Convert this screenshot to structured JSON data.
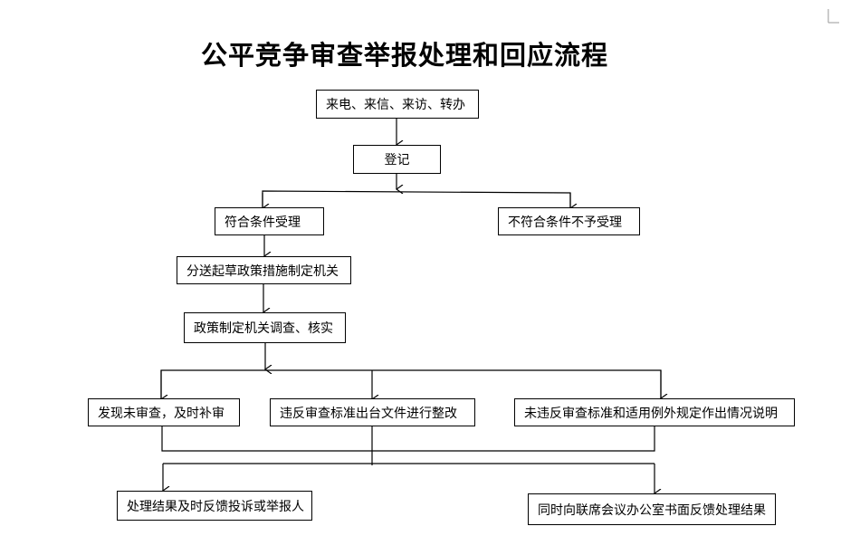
{
  "title": "公平竞争审查举报处理和回应流程",
  "nodes": {
    "source": "来电、来信、来访、转办",
    "register": "登记",
    "accept": "符合条件受理",
    "reject": "不符合条件不予受理",
    "forward": "分送起草政策措施制定机关",
    "investigate": "政策制定机关调查、核实",
    "found_unreviewed": "发现未审查，及时补审",
    "violation": "违反审查标准出台文件进行整改",
    "no_violation": "未违反审查标准和适用例外规定作出情况说明",
    "feedback_reporter": "处理结果及时反馈投诉或举报人",
    "feedback_office": "同时向联席会议办公室书面反馈处理结果"
  }
}
